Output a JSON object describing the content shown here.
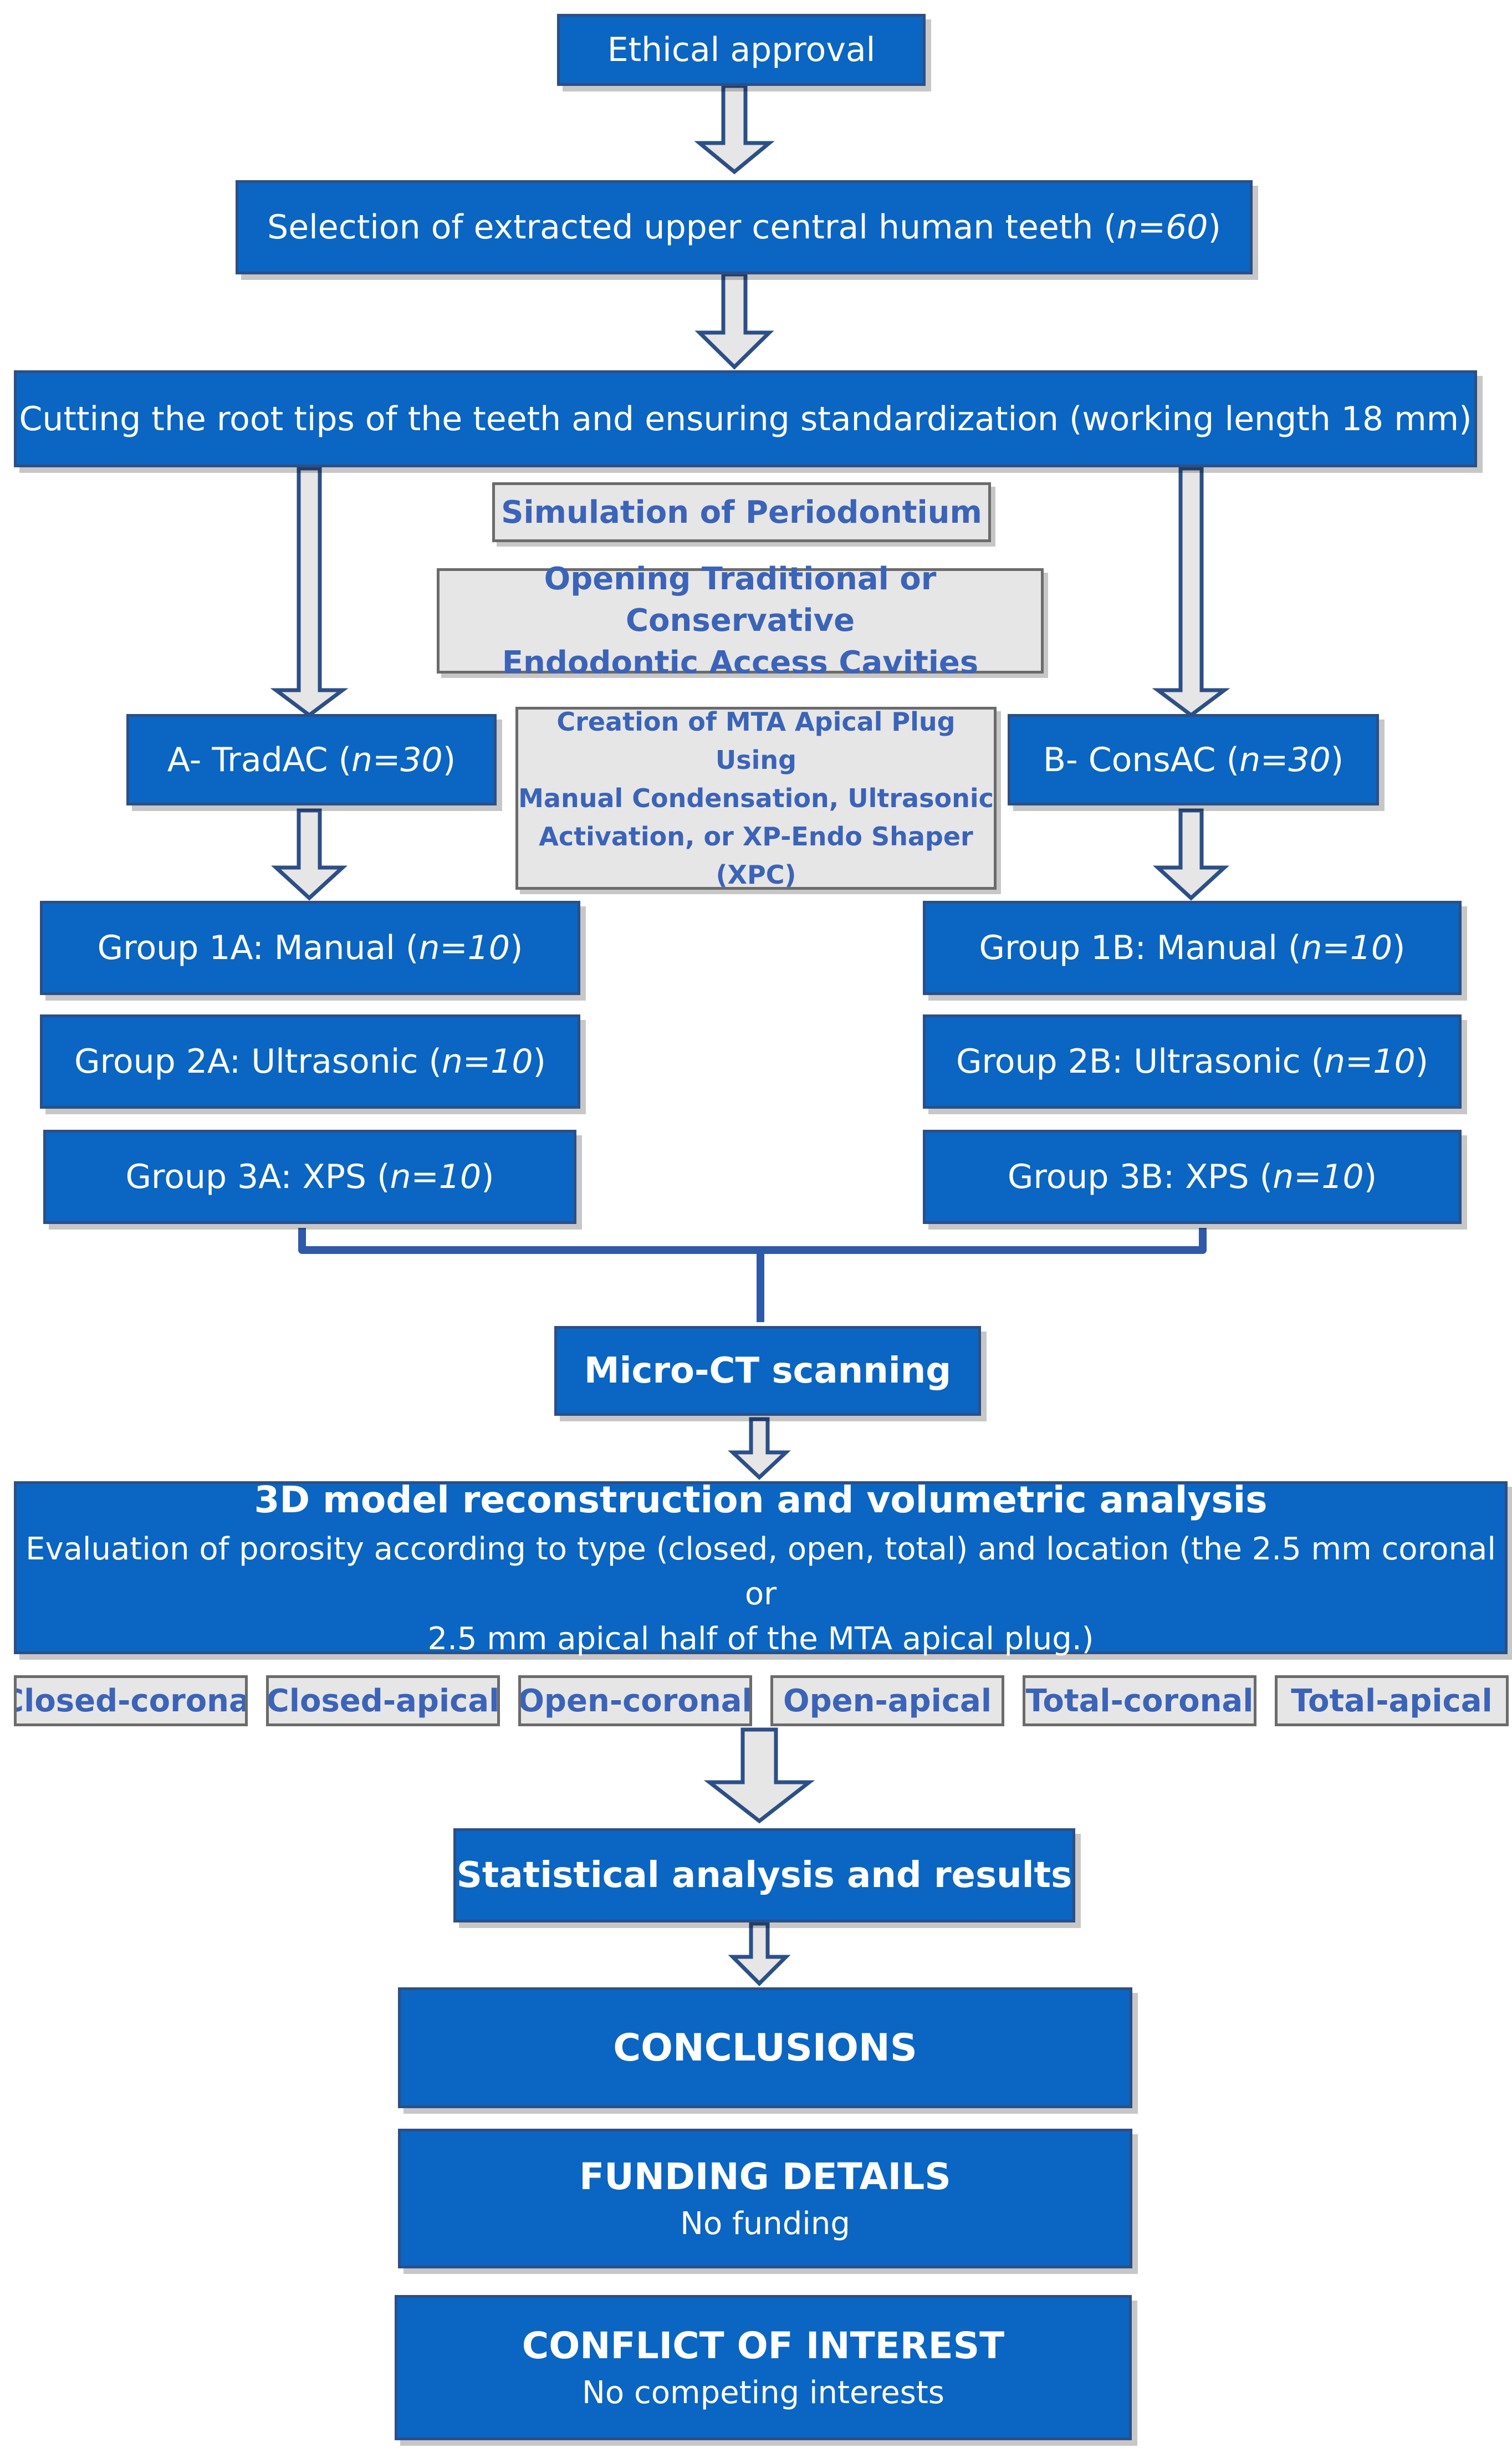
{
  "nodes": {
    "ethical": "Ethical approval",
    "selection": {
      "text": "Selection of extracted upper central human teeth (",
      "n": "n=60",
      "close": ")"
    },
    "cutting": "Cutting the root tips of the teeth and ensuring standardization (working length 18 mm)",
    "simulation": "Simulation of Periodontium",
    "opening": {
      "line1": "Opening Traditional or Conservative",
      "line2": "Endodontic Access Cavities"
    },
    "creation": {
      "line1": "Creation of MTA Apical Plug Using",
      "line2": "Manual Condensation, Ultrasonic",
      "line3": "Activation, or XP-Endo Shaper (XPC)"
    },
    "group_a": {
      "text": "A- TradAC (",
      "n": "n=30",
      "close": ")"
    },
    "group_b": {
      "text": "B- ConsAC (",
      "n": "n=30",
      "close": ")"
    },
    "group_1a": {
      "text": "Group 1A: Manual (",
      "n": "n=10",
      "close": ")"
    },
    "group_2a": {
      "text": "Group 2A: Ultrasonic (",
      "n": "n=10",
      "close": ")"
    },
    "group_3a": {
      "text": "Group 3A: XPS (",
      "n": "n=10",
      "close": ")"
    },
    "group_1b": {
      "text": "Group 1B: Manual (",
      "n": "n=10",
      "close": ")"
    },
    "group_2b": {
      "text": "Group 2B: Ultrasonic (",
      "n": "n=10",
      "close": ")"
    },
    "group_3b": {
      "text": "Group 3B: XPS (",
      "n": "n=10",
      "close": ")"
    },
    "microct": "Micro-CT scanning",
    "model": {
      "title": "3D model reconstruction and volumetric analysis",
      "line1": "Evaluation of porosity according to type (closed, open, total) and location (the 2.5 mm coronal or",
      "line2": "2.5 mm apical half of the MTA apical plug.)"
    },
    "tags": [
      "Closed-coronal",
      "Closed-apical",
      "Open-coronal",
      "Open-apical",
      "Total-coronal",
      "Total-apical"
    ],
    "stats": "Statistical analysis and results",
    "conclusions": "CONCLUSIONS",
    "funding": {
      "title": "FUNDING DETAILS",
      "sub": "No funding"
    },
    "conflict": {
      "title": "CONFLICT OF INTEREST",
      "sub": "No competing interests"
    }
  },
  "colors": {
    "box_fill": "#0b65c2",
    "box_border": "#2c4f86",
    "note_fill": "#e6e6e6",
    "note_text": "#3b63b8",
    "arrow_fill": "#e6e6e6",
    "arrow_stroke": "#2c4f86",
    "connector": "#2e5aa8"
  }
}
